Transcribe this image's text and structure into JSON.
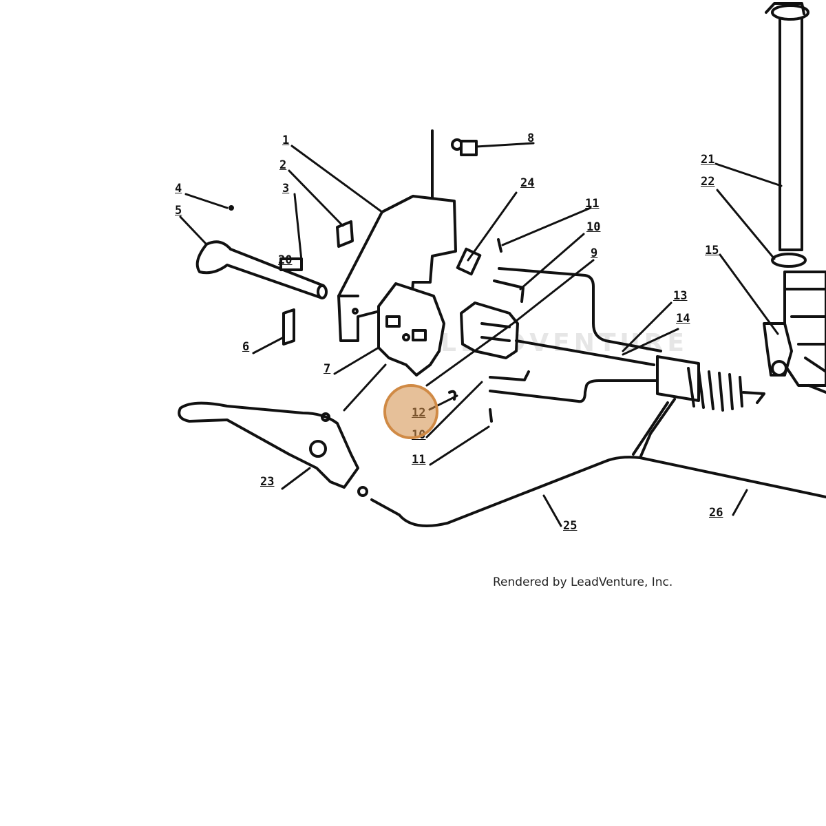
{
  "diagram": {
    "watermark_text": "LEADVENTURE",
    "credit_text": "Rendered by LeadVenture, Inc.",
    "highlighted_callout": "12",
    "highlight_color": "#d08a45",
    "callouts": [
      {
        "id": "c1",
        "label": "1"
      },
      {
        "id": "c2",
        "label": "2"
      },
      {
        "id": "c3",
        "label": "3"
      },
      {
        "id": "c4",
        "label": "4"
      },
      {
        "id": "c5",
        "label": "5"
      },
      {
        "id": "c6",
        "label": "6"
      },
      {
        "id": "c7",
        "label": "7"
      },
      {
        "id": "c8",
        "label": "8"
      },
      {
        "id": "c9",
        "label": "9"
      },
      {
        "id": "c10a",
        "label": "10"
      },
      {
        "id": "c10b",
        "label": "10"
      },
      {
        "id": "c11a",
        "label": "11"
      },
      {
        "id": "c11b",
        "label": "11"
      },
      {
        "id": "c12",
        "label": "12"
      },
      {
        "id": "c13",
        "label": "13"
      },
      {
        "id": "c14",
        "label": "14"
      },
      {
        "id": "c15",
        "label": "15"
      },
      {
        "id": "c20",
        "label": "20"
      },
      {
        "id": "c21",
        "label": "21"
      },
      {
        "id": "c22",
        "label": "22"
      },
      {
        "id": "c23",
        "label": "23"
      },
      {
        "id": "c24",
        "label": "24"
      },
      {
        "id": "c25",
        "label": "25"
      },
      {
        "id": "c26",
        "label": "26"
      }
    ]
  }
}
